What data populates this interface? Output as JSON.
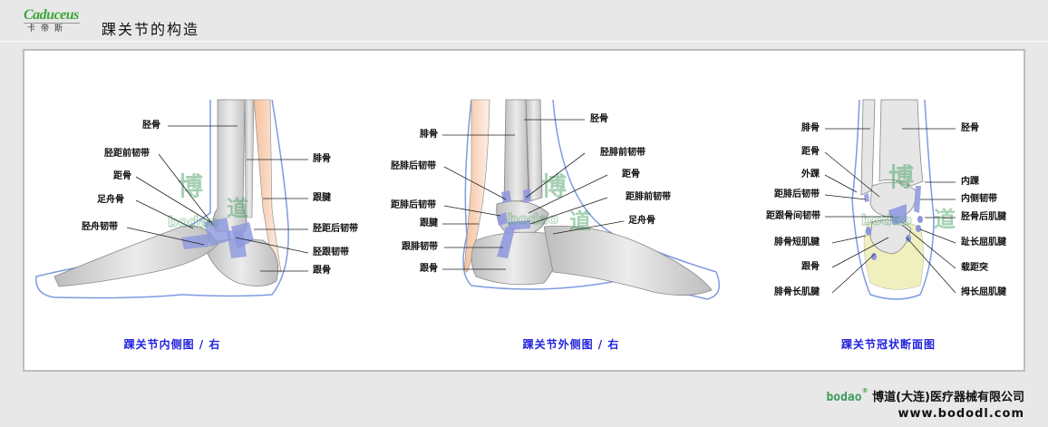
{
  "header": {
    "logo_text": "Caduceus",
    "logo_subtitle": "卡帝斯",
    "title": "踝关节的构造"
  },
  "figures": [
    {
      "caption": "踝关节内侧图 / 右",
      "labels": [
        "胫骨",
        "胫距前韧带",
        "距骨",
        "足舟骨",
        "胫舟韧带",
        "腓骨",
        "跟腱",
        "胫距后韧带",
        "胫跟韧带",
        "跟骨"
      ]
    },
    {
      "caption": "踝关节外侧图 / 右",
      "labels": [
        "腓骨",
        "胫腓后韧带",
        "距腓后韧带",
        "跟腱",
        "跟腓韧带",
        "跟骨",
        "胫骨",
        "胫腓前韧带",
        "距骨",
        "距腓前韧带",
        "足舟骨"
      ]
    },
    {
      "caption": "踝关节冠状断面图",
      "labels": [
        "腓骨",
        "距骨",
        "外踝",
        "距腓后韧带",
        "距跟骨间韧带",
        "腓骨短肌腱",
        "跟骨",
        "腓骨长肌腱",
        "胫骨",
        "内踝",
        "内侧韧带",
        "胫骨后肌腱",
        "趾长屈肌腱",
        "载距突",
        "拇长屈肌腱"
      ]
    }
  ],
  "watermark": {
    "brand": "bodao",
    "characters": "博道"
  },
  "footer": {
    "brand": "bodao",
    "company": "博道(大连)医疗器械有限公司",
    "url": "www.bododl.com"
  },
  "colors": {
    "caption": "#2222dd",
    "logo_green": "#3aa63a",
    "ligament": "#8c97dd",
    "skin_outline": "#7f9be0",
    "bone": "#d6d6d6",
    "tendon": "#f7c8a8"
  }
}
